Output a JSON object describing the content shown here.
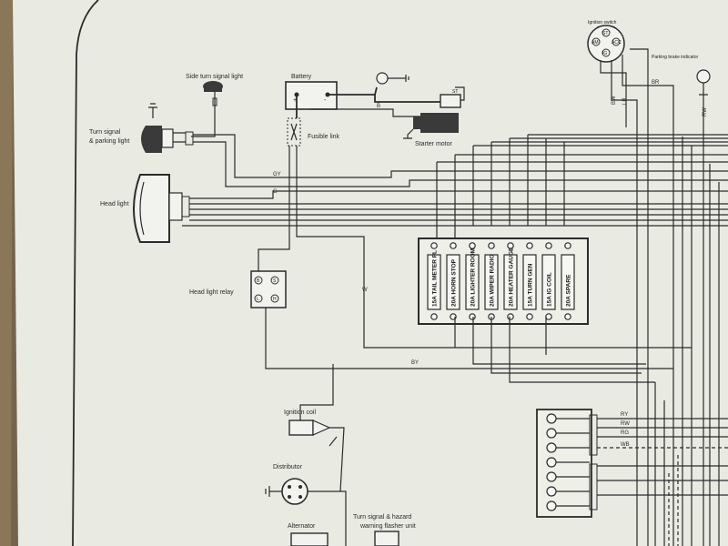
{
  "components": {
    "side_turn_light": "Side turn signal light",
    "battery": "Battery",
    "turn_signal": [
      "Turn signal",
      "& parking light"
    ],
    "fusible_link": "Fusible link",
    "starter_motor": "Starter motor",
    "head_light": "Head light",
    "head_light_relay": "Head light relay",
    "ignition_switch": "Ignition switch",
    "parking_brake": "Parking brake indicator",
    "ignition_coil": "Ignition coil",
    "distributor": "Distributor",
    "alternator": "Alternator",
    "flasher": [
      "Turn signal & hazard",
      "warning flasher unit"
    ]
  },
  "wire_labels": {
    "gy": "GY",
    "g": "G",
    "b": "B",
    "w": "W",
    "by": "BY",
    "br": "BR",
    "ry": "RY",
    "rw": "RW",
    "rg": "RG",
    "wb": "WB",
    "st": "ST",
    "bw": "BW",
    "lr": "LR",
    "rw_v": "RW"
  },
  "battery_terminals": {
    "plus": "+",
    "minus": "-"
  },
  "relay_terminals": [
    "B",
    "S",
    "L",
    "H"
  ],
  "switch_terminals": [
    "ST",
    "AM",
    "ACC",
    "IG"
  ],
  "connector_terminals": [
    "RY",
    "RW",
    "RG",
    "WB",
    "",
    "",
    ""
  ],
  "fuses": [
    "15A TAIL METER PL",
    "20A HORN STOP",
    "20A LIGHTER ROOM",
    "20A WIPER RADIO",
    "20A HEATER GAUGE",
    "15A TURN GEN",
    "15A IG COIL",
    "20A SPARE"
  ]
}
